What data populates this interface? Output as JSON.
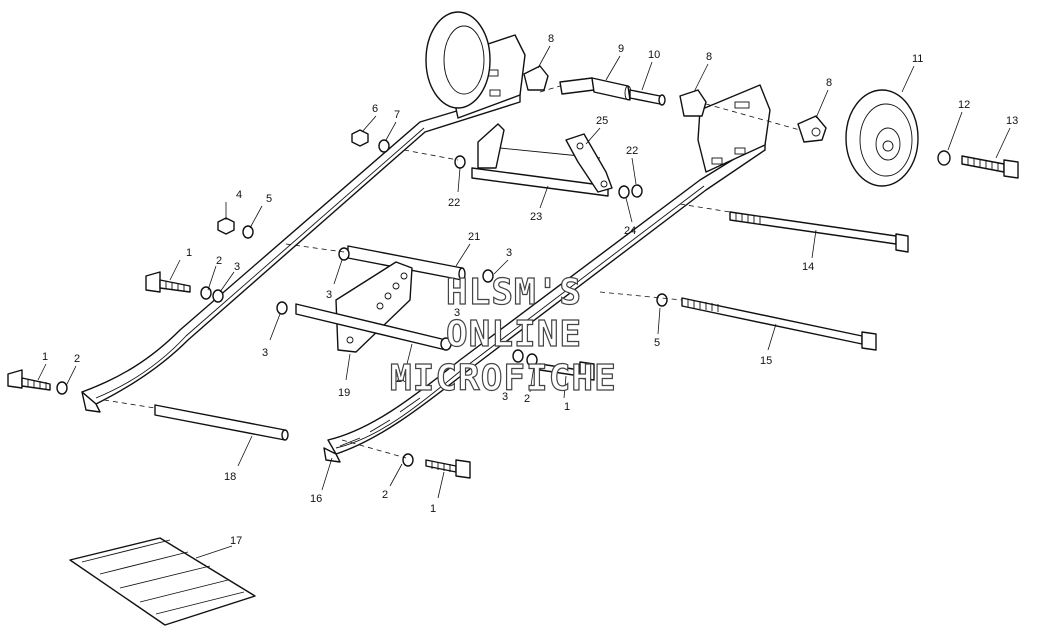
{
  "watermark": {
    "line1": "HLSM'S",
    "line2": "ONLINE",
    "line3": "MICROFICHE"
  },
  "callouts": [
    {
      "id": "c1a",
      "label": "1"
    },
    {
      "id": "c2a",
      "label": "2"
    },
    {
      "id": "c3a",
      "label": "3"
    },
    {
      "id": "c4",
      "label": "4"
    },
    {
      "id": "c5a",
      "label": "5"
    },
    {
      "id": "c6",
      "label": "6"
    },
    {
      "id": "c7",
      "label": "7"
    },
    {
      "id": "c8a",
      "label": "8"
    },
    {
      "id": "c9",
      "label": "9"
    },
    {
      "id": "c10",
      "label": "10"
    },
    {
      "id": "c8b",
      "label": "8"
    },
    {
      "id": "c8c",
      "label": "8"
    },
    {
      "id": "c11",
      "label": "11"
    },
    {
      "id": "c12",
      "label": "12"
    },
    {
      "id": "c13",
      "label": "13"
    },
    {
      "id": "c25",
      "label": "25"
    },
    {
      "id": "c22a",
      "label": "22"
    },
    {
      "id": "c22b",
      "label": "22"
    },
    {
      "id": "c23",
      "label": "23"
    },
    {
      "id": "c24",
      "label": "24"
    },
    {
      "id": "c21",
      "label": "21"
    },
    {
      "id": "c3b",
      "label": "3"
    },
    {
      "id": "c3c",
      "label": "3"
    },
    {
      "id": "c3d",
      "label": "3"
    },
    {
      "id": "c3e",
      "label": "3"
    },
    {
      "id": "c3f",
      "label": "3"
    },
    {
      "id": "c14",
      "label": "14"
    },
    {
      "id": "c5b",
      "label": "5"
    },
    {
      "id": "c15",
      "label": "15"
    },
    {
      "id": "c1b",
      "label": "1"
    },
    {
      "id": "c2b",
      "label": "2"
    },
    {
      "id": "c19",
      "label": "19"
    },
    {
      "id": "c20",
      "label": "20"
    },
    {
      "id": "c2c",
      "label": "2"
    },
    {
      "id": "c1c",
      "label": "1"
    },
    {
      "id": "c18",
      "label": "18"
    },
    {
      "id": "c16",
      "label": "16"
    },
    {
      "id": "c2d",
      "label": "2"
    },
    {
      "id": "c1d",
      "label": "1"
    },
    {
      "id": "c17",
      "label": "17"
    }
  ]
}
